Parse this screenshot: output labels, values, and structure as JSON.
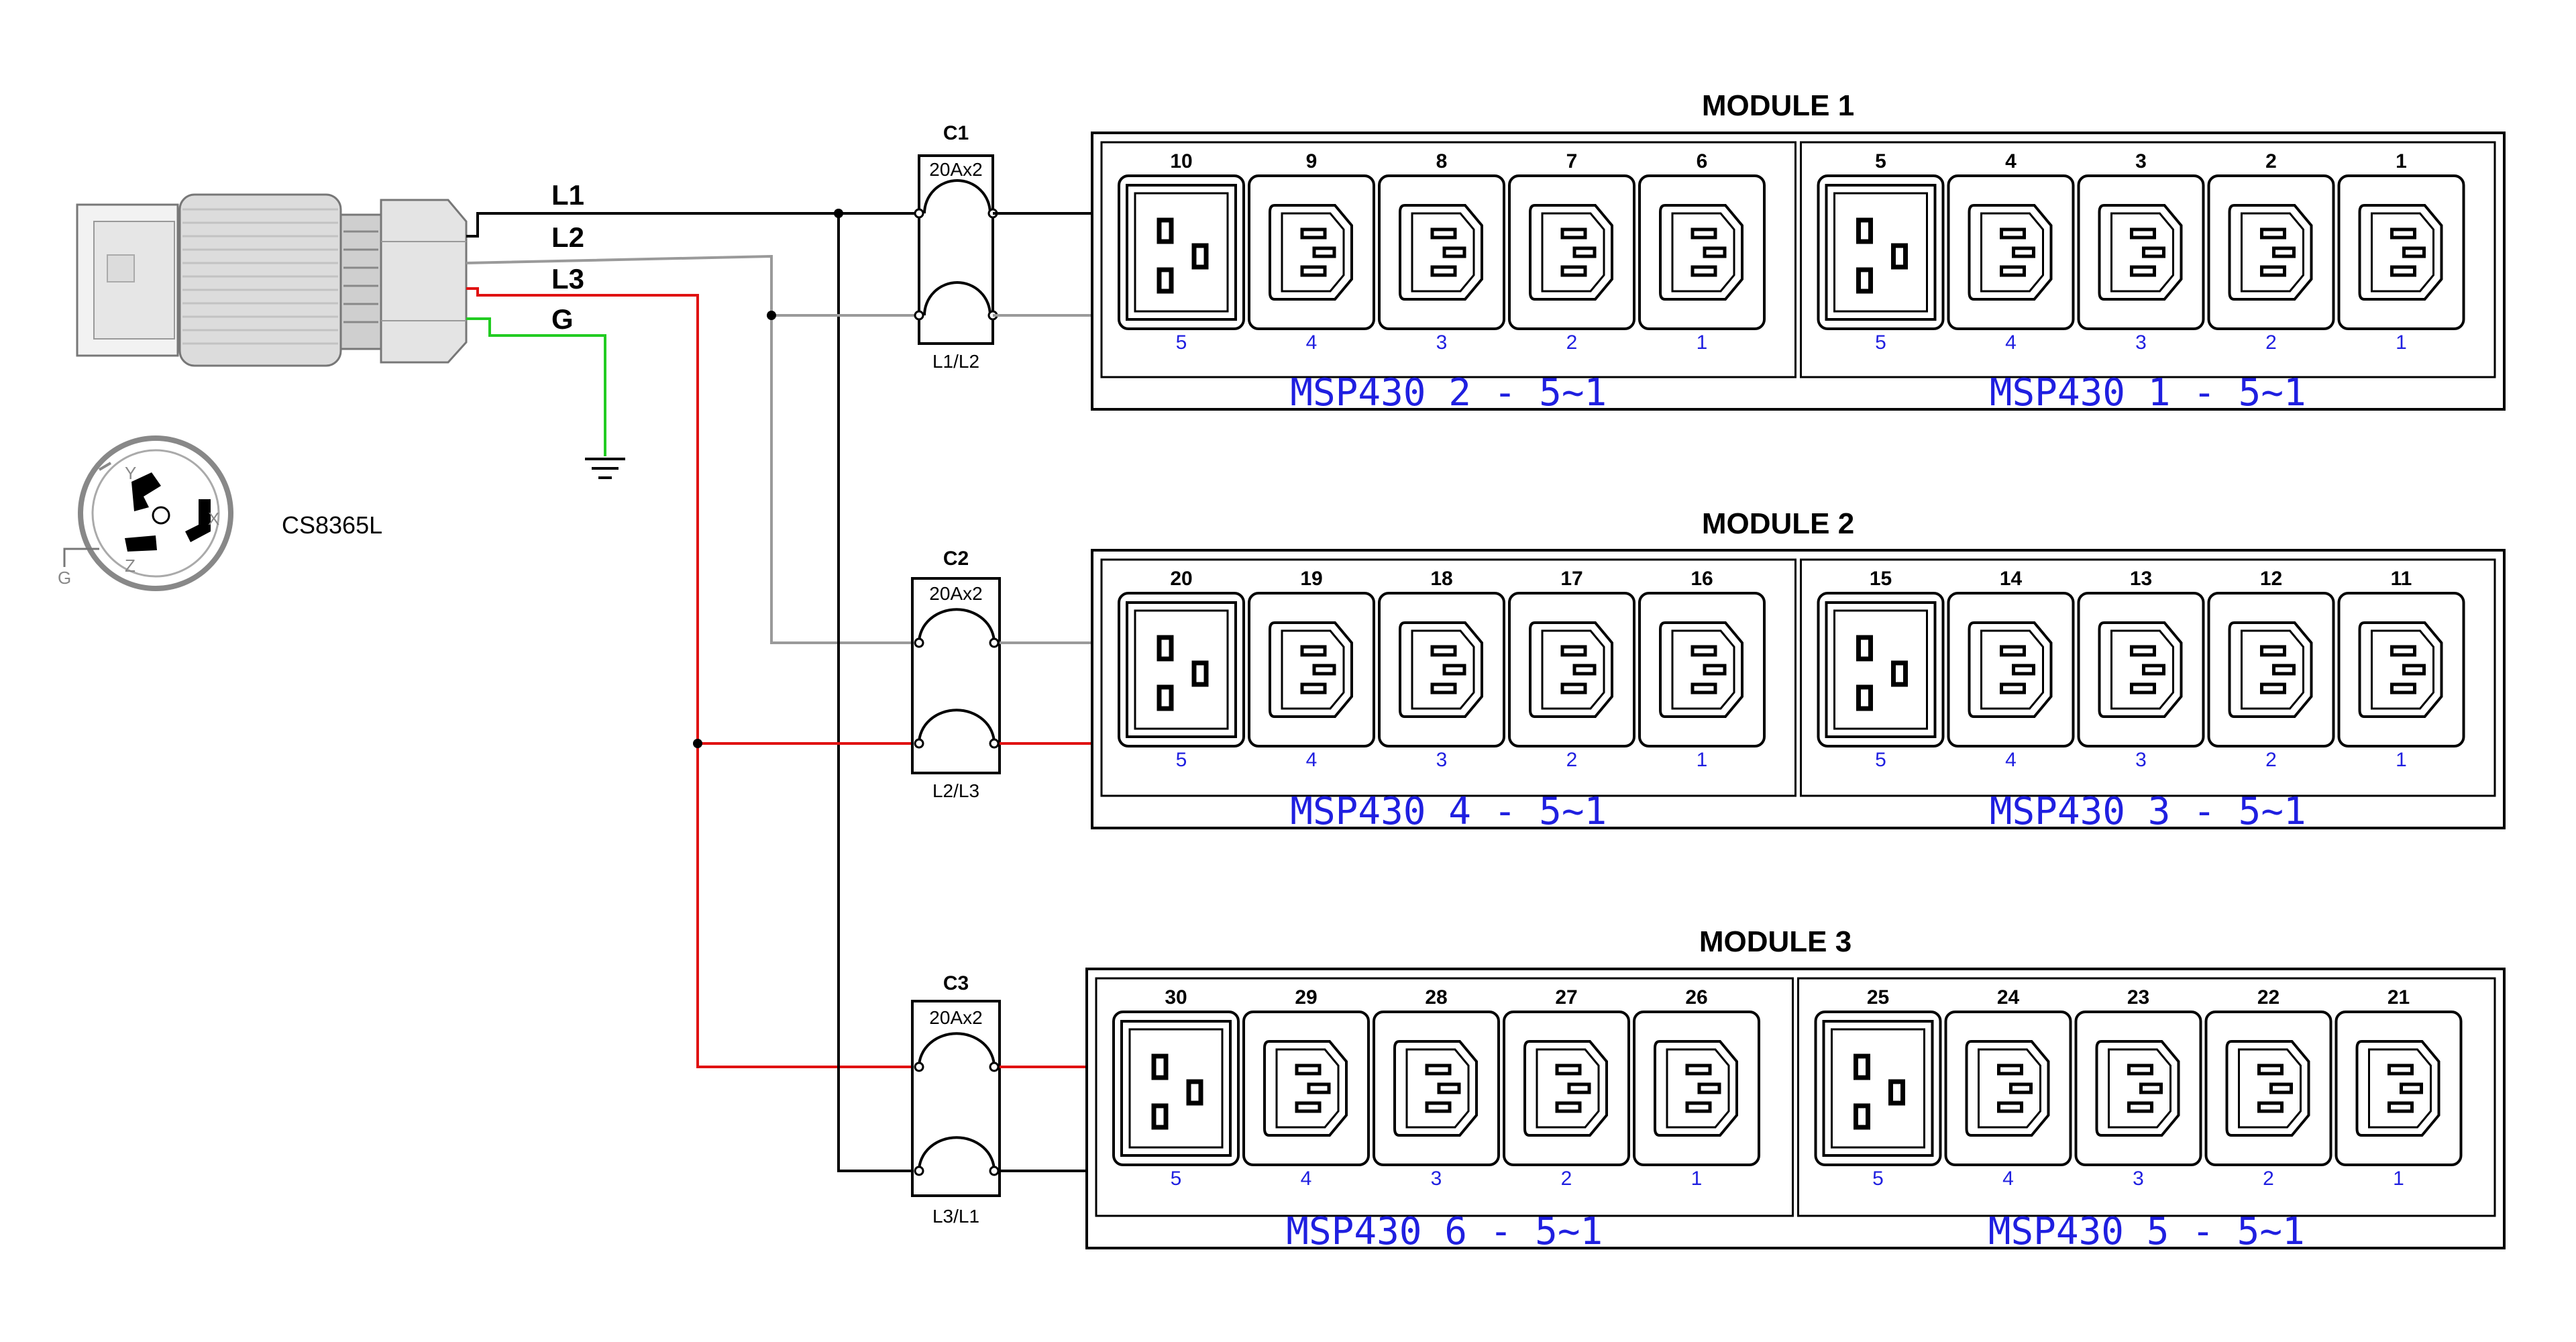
{
  "colors": {
    "line": "#000000",
    "L1": "#000000",
    "L2": "#9a9a9a",
    "L3": "#e01010",
    "G": "#22cc22",
    "label_blue": "#1f1fe0"
  },
  "plug": {
    "wires": [
      "L1",
      "L2",
      "L3",
      "G"
    ],
    "model": "CS8365L",
    "pins": [
      "Y",
      "X",
      "Z",
      "G"
    ]
  },
  "breakers": [
    {
      "name": "C1",
      "rating": "20Ax2",
      "phase": "L1/L2"
    },
    {
      "name": "C2",
      "rating": "20Ax2",
      "phase": "L2/L3"
    },
    {
      "name": "C3",
      "rating": "20Ax2",
      "phase": "L3/L1"
    }
  ],
  "modules": [
    {
      "title": "MODULE 1",
      "groups": [
        {
          "label": "MSP430 2 - 5~1",
          "outlets": [
            "10",
            "9",
            "8",
            "7",
            "6"
          ],
          "positions": [
            "5",
            "4",
            "3",
            "2",
            "1"
          ]
        },
        {
          "label": "MSP430 1 - 5~1",
          "outlets": [
            "5",
            "4",
            "3",
            "2",
            "1"
          ],
          "positions": [
            "5",
            "4",
            "3",
            "2",
            "1"
          ]
        }
      ]
    },
    {
      "title": "MODULE 2",
      "groups": [
        {
          "label": "MSP430 4 - 5~1",
          "outlets": [
            "20",
            "19",
            "18",
            "17",
            "16"
          ],
          "positions": [
            "5",
            "4",
            "3",
            "2",
            "1"
          ]
        },
        {
          "label": "MSP430 3 - 5~1",
          "outlets": [
            "15",
            "14",
            "13",
            "12",
            "11"
          ],
          "positions": [
            "5",
            "4",
            "3",
            "2",
            "1"
          ]
        }
      ]
    },
    {
      "title": "MODULE 3",
      "groups": [
        {
          "label": "MSP430 6 - 5~1",
          "outlets": [
            "30",
            "29",
            "28",
            "27",
            "26"
          ],
          "positions": [
            "5",
            "4",
            "3",
            "2",
            "1"
          ]
        },
        {
          "label": "MSP430 5 - 5~1",
          "outlets": [
            "25",
            "24",
            "23",
            "22",
            "21"
          ],
          "positions": [
            "5",
            "4",
            "3",
            "2",
            "1"
          ]
        }
      ]
    }
  ]
}
